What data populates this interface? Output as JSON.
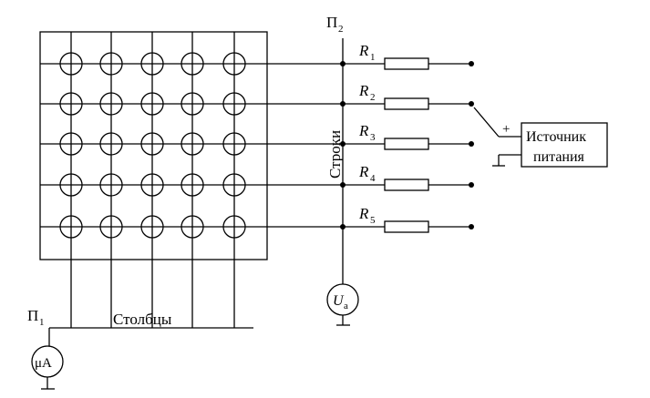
{
  "labels": {
    "p1": "П",
    "p1_sub": "1",
    "p2": "П",
    "p2_sub": "2",
    "columns": "Столбцы",
    "rows": "Строки",
    "source_line1": "Источник",
    "source_line2": "питания",
    "plus": "+",
    "ua_main": "U",
    "ua_sub": "a",
    "ammeter": "μA"
  },
  "resistors": [
    {
      "name": "R",
      "sub": "1"
    },
    {
      "name": "R",
      "sub": "2"
    },
    {
      "name": "R",
      "sub": "3"
    },
    {
      "name": "R",
      "sub": "4"
    },
    {
      "name": "R",
      "sub": "5"
    }
  ],
  "matrix": {
    "rows": 5,
    "columns": 5
  }
}
